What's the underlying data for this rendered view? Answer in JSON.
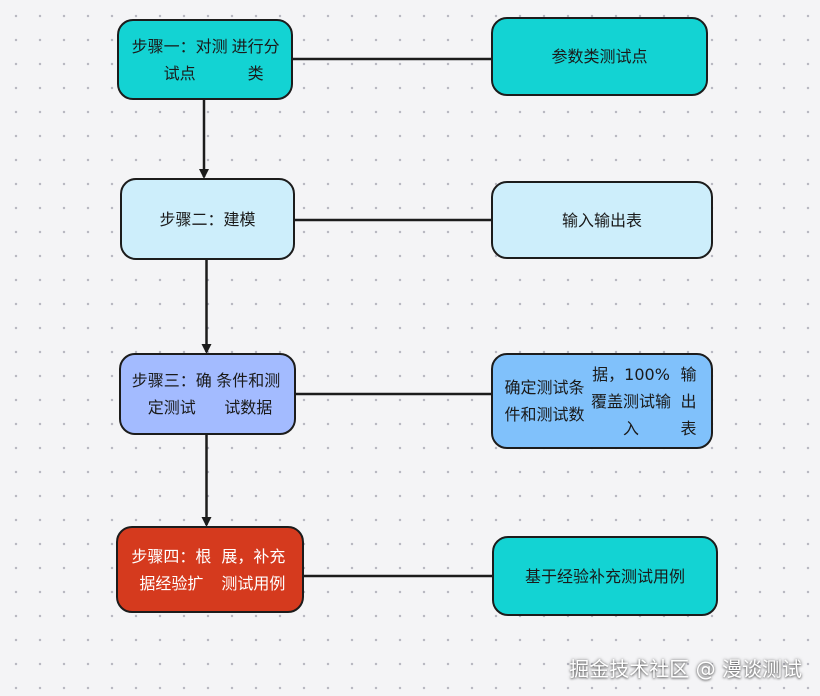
{
  "steps": [
    {
      "label": "步骤一：对测试点进行分类",
      "lines": [
        "步骤一：对测试点",
        "进行分类"
      ],
      "color": "#13d3d3"
    },
    {
      "label": "步骤二：建模",
      "lines": [
        "步骤二：建模"
      ],
      "color": "#cdeefb"
    },
    {
      "label": "步骤三：确定测试条件和测试数据",
      "lines": [
        "步骤三：确定测试",
        "条件和测试数据"
      ],
      "color": "#a3bbff"
    },
    {
      "label": "步骤四：根据经验扩展，补充测试用例",
      "lines": [
        "步骤四：根据经验扩",
        "展，补充测试用例"
      ],
      "color": "#d53a1e"
    }
  ],
  "details": [
    {
      "label": "参数类测试点",
      "lines": [
        "参数类测试点"
      ],
      "color": "#13d3d3"
    },
    {
      "label": "输入输出表",
      "lines": [
        "输入输出表"
      ],
      "color": "#cdeefb"
    },
    {
      "label": "确定测试条件和测试数据，100%覆盖测试输入输出表",
      "lines": [
        "确定测试条件和测试数",
        "据，100%覆盖测试输入",
        "输出表"
      ],
      "color": "#80c1fb"
    },
    {
      "label": "基于经验补充测试用例",
      "lines": [
        "基于经验补充测试用例"
      ],
      "color": "#13d3d3"
    }
  ],
  "watermark": "掘金技术社区 @ 漫谈测试",
  "colors": {
    "stroke": "#1c1c1c",
    "background": "#f4f4f6"
  }
}
